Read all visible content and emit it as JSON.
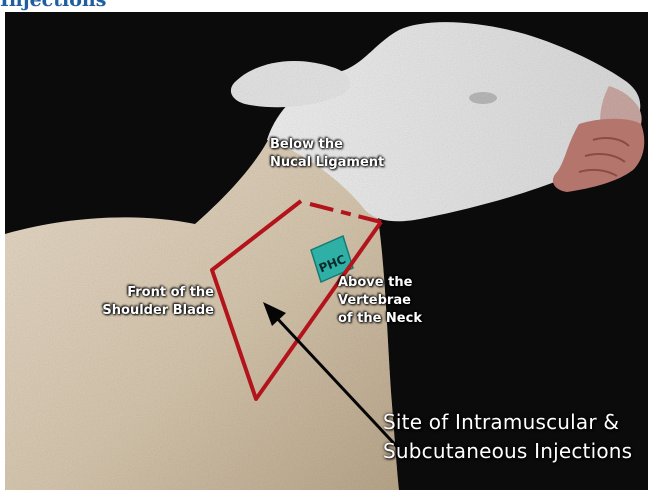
{
  "heading": "Injections",
  "labels": {
    "below": [
      "Below the",
      "Nucal Ligament"
    ],
    "front": [
      "Front of the",
      "Shoulder Blade"
    ],
    "above": [
      "Above the",
      "Vertebrae",
      "of the Neck"
    ],
    "site": [
      "Site of Intramuscular &",
      "Subcutaneous Injections"
    ]
  },
  "ear_tag": "PHC",
  "colors": {
    "heading": "#1f5fa0",
    "background": "#0b0b0b",
    "outline": "#b3141b",
    "arrow": "#050505",
    "label_text": "#ffffff",
    "ear_tag": "#2fb0a6"
  }
}
